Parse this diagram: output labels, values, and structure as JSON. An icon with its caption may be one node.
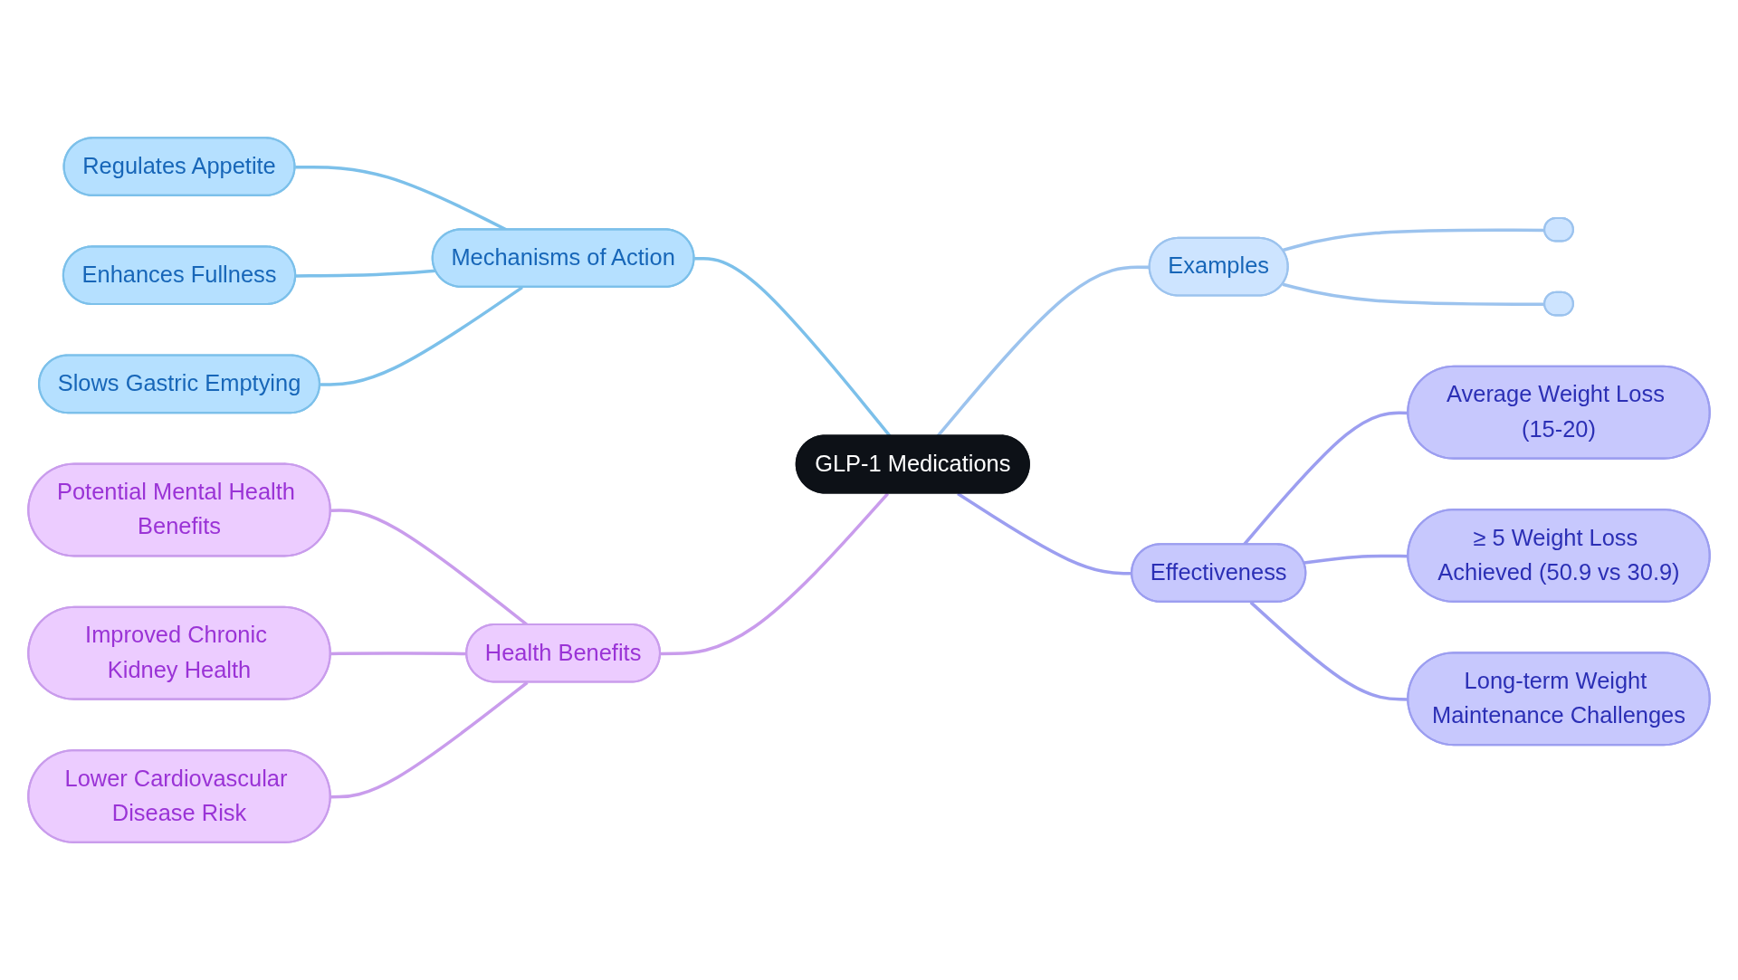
{
  "diagram": {
    "nodes": [
      {
        "text": [
          "GLP-1 Medications"
        ]
      },
      {
        "text": [
          "Mechanisms of Action"
        ]
      },
      {
        "text": [
          "Regulates Appetite"
        ]
      },
      {
        "text": [
          "Enhances Fullness"
        ]
      },
      {
        "text": [
          "Slows Gastric Emptying"
        ]
      },
      {
        "text": [
          "Examples"
        ]
      },
      {
        "text": [],
        "shape": "box"
      },
      {
        "text": [],
        "shape": "box"
      },
      {
        "text": [
          "Effectiveness"
        ]
      },
      {
        "text": [
          "Average Weight Loss (15-20)"
        ]
      },
      {
        "text": [
          "≥ 5 Weight Loss Achieved (50.9 vs 30.9)"
        ]
      },
      {
        "text": [
          "Long-term Weight Maintenance Challenges"
        ]
      },
      {
        "text": [
          "Health Benefits"
        ]
      },
      {
        "text": [
          "Potential Mental Health Benefits"
        ]
      },
      {
        "text": [
          "Improved Chronic Kidney Health"
        ]
      },
      {
        "text": [
          "Lower Cardiovascular Disease Risk"
        ]
      }
    ],
    "edges": [
      {
        "from": 1,
        "to": 0,
        "arrow": "none",
        "color": "#7cc0ea"
      },
      {
        "from": 2,
        "to": 1,
        "arrow": "none",
        "color": "#7cc0ea"
      },
      {
        "from": 3,
        "to": 1,
        "arrow": "none",
        "color": "#7cc0ea"
      },
      {
        "from": 4,
        "to": 1,
        "arrow": "none",
        "color": "#7cc0ea"
      },
      {
        "from": 0,
        "to": 5,
        "arrow": "none",
        "color": "#9cc3ee"
      },
      {
        "from": 5,
        "to": 6,
        "arrow": "none",
        "color": "#9cc3ee"
      },
      {
        "from": 5,
        "to": 7,
        "arrow": "none",
        "color": "#9cc3ee"
      },
      {
        "from": 0,
        "to": 8,
        "arrow": "none",
        "color": "#9c9ef0"
      },
      {
        "from": 8,
        "to": 9,
        "arrow": "none",
        "color": "#9c9ef0"
      },
      {
        "from": 8,
        "to": 10,
        "arrow": "none",
        "color": "#9c9ef0"
      },
      {
        "from": 8,
        "to": 11,
        "arrow": "none",
        "color": "#9c9ef0"
      },
      {
        "from": 12,
        "to": 0,
        "arrow": "none",
        "color": "#c99cec"
      },
      {
        "from": 13,
        "to": 12,
        "arrow": "none",
        "color": "#c99cec"
      },
      {
        "from": 14,
        "to": 12,
        "arrow": "none",
        "color": "#c99cec"
      },
      {
        "from": 15,
        "to": 12,
        "arrow": "none",
        "color": "#c99cec"
      }
    ]
  }
}
